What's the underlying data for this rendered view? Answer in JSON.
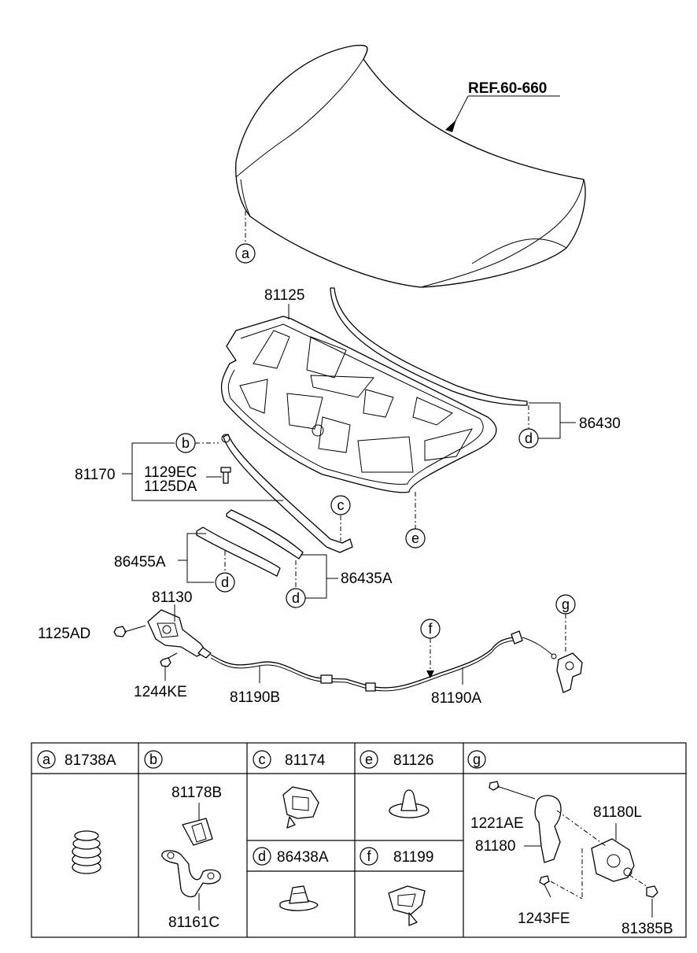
{
  "diagram": {
    "ref_label": "REF.60-660",
    "callouts": {
      "a": "a",
      "b": "b",
      "c": "c",
      "d": "d",
      "e": "e",
      "f": "f",
      "g": "g"
    },
    "parts": {
      "p81125": "81125",
      "p86430": "86430",
      "p81170": "81170",
      "p1129EC": "1129EC",
      "p1125DA": "1125DA",
      "p86455A": "86455A",
      "p86435A": "86435A",
      "p81130": "81130",
      "p1125AD": "1125AD",
      "p1244KE": "1244KE",
      "p81190B": "81190B",
      "p81190A": "81190A"
    }
  },
  "table": {
    "cells": [
      {
        "letter": "a",
        "code": "81738A"
      },
      {
        "letter": "b",
        "code": ""
      },
      {
        "letter": "c",
        "code": "81174"
      },
      {
        "letter": "e",
        "code": "81126"
      },
      {
        "letter": "g",
        "code": ""
      },
      {
        "letter": "d",
        "code": "86438A"
      },
      {
        "letter": "f",
        "code": "81199"
      }
    ],
    "b_parts": {
      "top": "81178B",
      "bottom": "81161C"
    },
    "g_parts": {
      "bolt": "1221AE",
      "handle": "81180",
      "bracket": "81180L",
      "bolt2": "1243FE",
      "nut": "81385B"
    }
  }
}
